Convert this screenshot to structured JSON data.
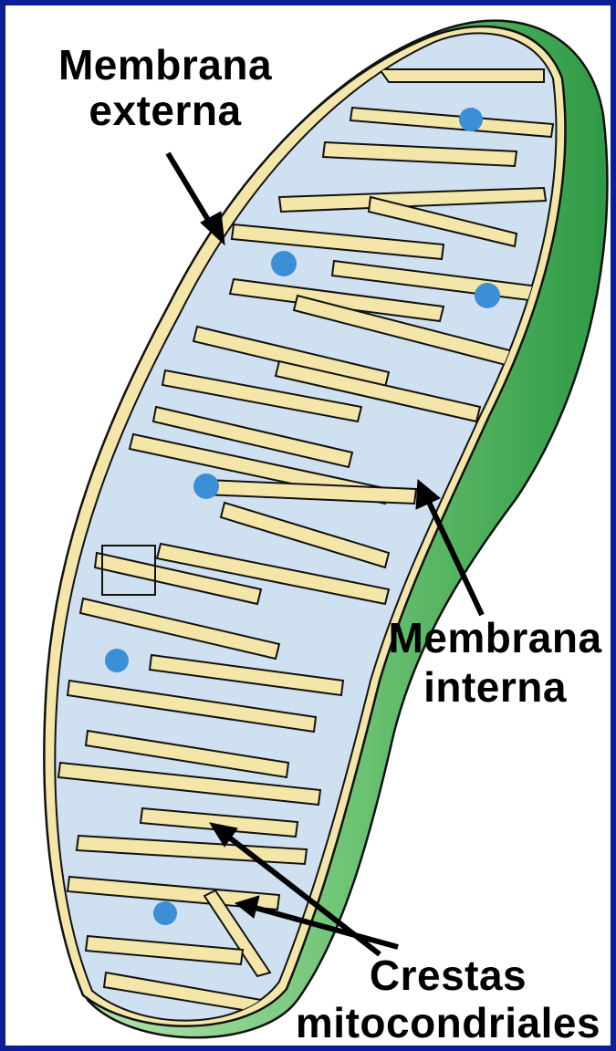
{
  "labels": {
    "outer_membrane_line1": "Membrana",
    "outer_membrane_line2": "externa",
    "inner_membrane_line1": "Membrana",
    "inner_membrane_line2": "interna",
    "cristae_line1": "Crestas",
    "cristae_line2": "mitocondriales"
  },
  "colors": {
    "border": "#0b1e98",
    "outer_wall": "#3da84f",
    "outer_wall_light": "#bde7b8",
    "membrane": "#f4e6a8",
    "matrix": "#cfe0f0",
    "granule": "#3b8fd6",
    "outline": "#111111"
  }
}
